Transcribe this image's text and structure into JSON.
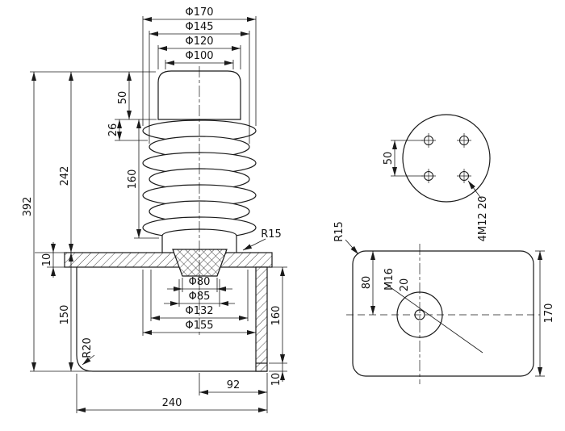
{
  "front_view": {
    "dia170": "Φ170",
    "dia145": "Φ145",
    "dia120": "Φ120",
    "dia100": "Φ100",
    "h50": "50",
    "h26": "26",
    "h160": "160",
    "h242": "242",
    "h392": "392",
    "t10_left": "10",
    "h150": "150",
    "r15": "R15",
    "r20": "R20",
    "dia80": "Φ80",
    "dia85": "Φ85",
    "dia132": "Φ132",
    "dia155": "Φ155",
    "h160_right": "160",
    "t10_right": "10",
    "w92": "92",
    "w240": "240"
  },
  "top_view": {
    "hole_spacing": "50",
    "bolt_callout": "4M12 20",
    "r15": "R15",
    "h80": "80",
    "thread_callout": "M16",
    "thread_depth": "20",
    "h170": "170"
  }
}
